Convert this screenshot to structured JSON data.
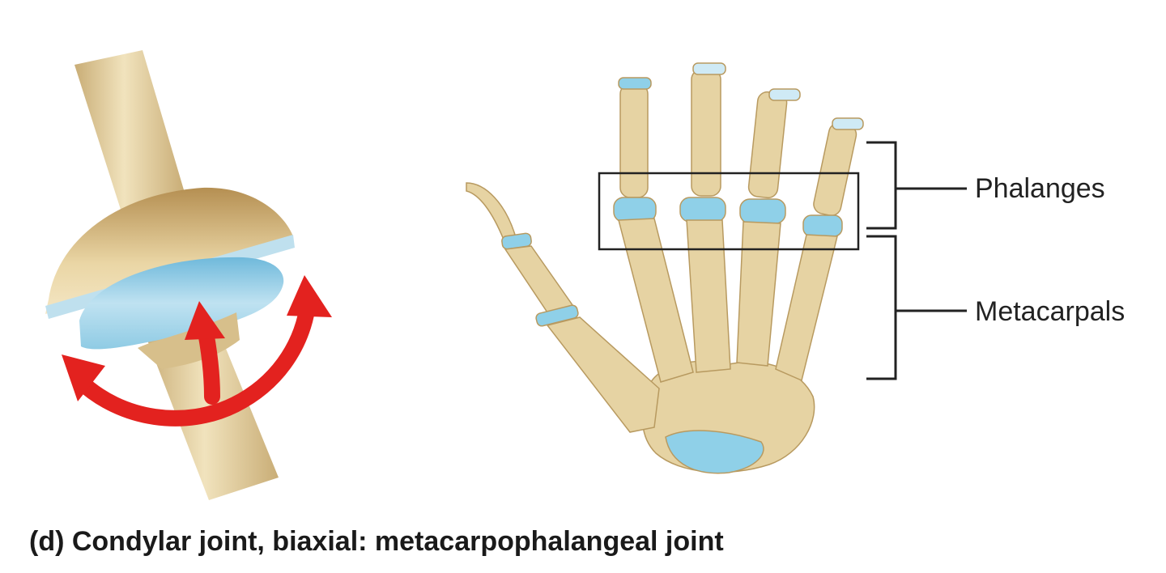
{
  "labels": {
    "phalanges": "Phalanges",
    "metacarpals": "Metacarpals"
  },
  "caption": "(d) Condylar joint, biaxial: metacarpophalangeal joint",
  "colors": {
    "bone": "#e6d3a3",
    "bone_shadow": "#c9ad76",
    "cartilage": "#8fd0e8",
    "cartilage_light": "#cfeaf5",
    "arrow": "#e3221f",
    "leader": "#222222"
  }
}
